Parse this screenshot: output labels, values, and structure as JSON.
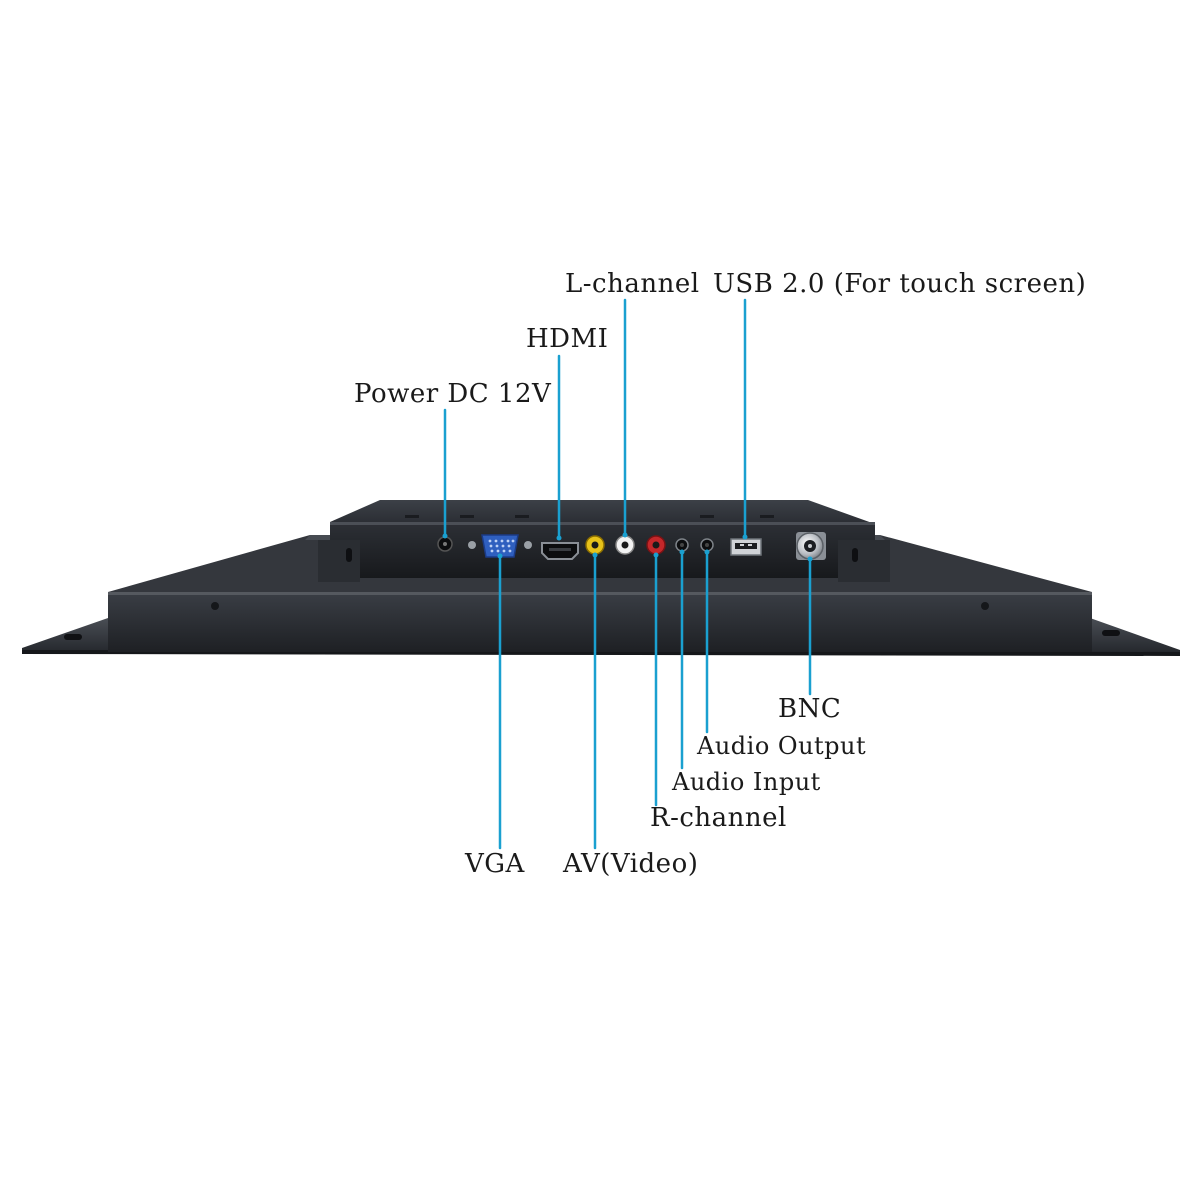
{
  "labels": {
    "power": "Power DC 12V",
    "hdmi": "HDMI",
    "l_channel": "L-channel",
    "usb": "USB 2.0 (For touch screen)",
    "bnc": "BNC",
    "audio_output": "Audio Output",
    "audio_input": "Audio Input",
    "r_channel": "R-channel",
    "vga": "VGA",
    "av_video": "AV(Video)"
  },
  "colors": {
    "leader_line": "#1aa0d0",
    "chassis": "#2b2e33",
    "chassis_dark": "#1c1e22",
    "vga_port": "#2f5fbf",
    "rca_yellow": "#e7c21a",
    "rca_white": "#f2f2f2",
    "rca_red": "#c4272a"
  }
}
